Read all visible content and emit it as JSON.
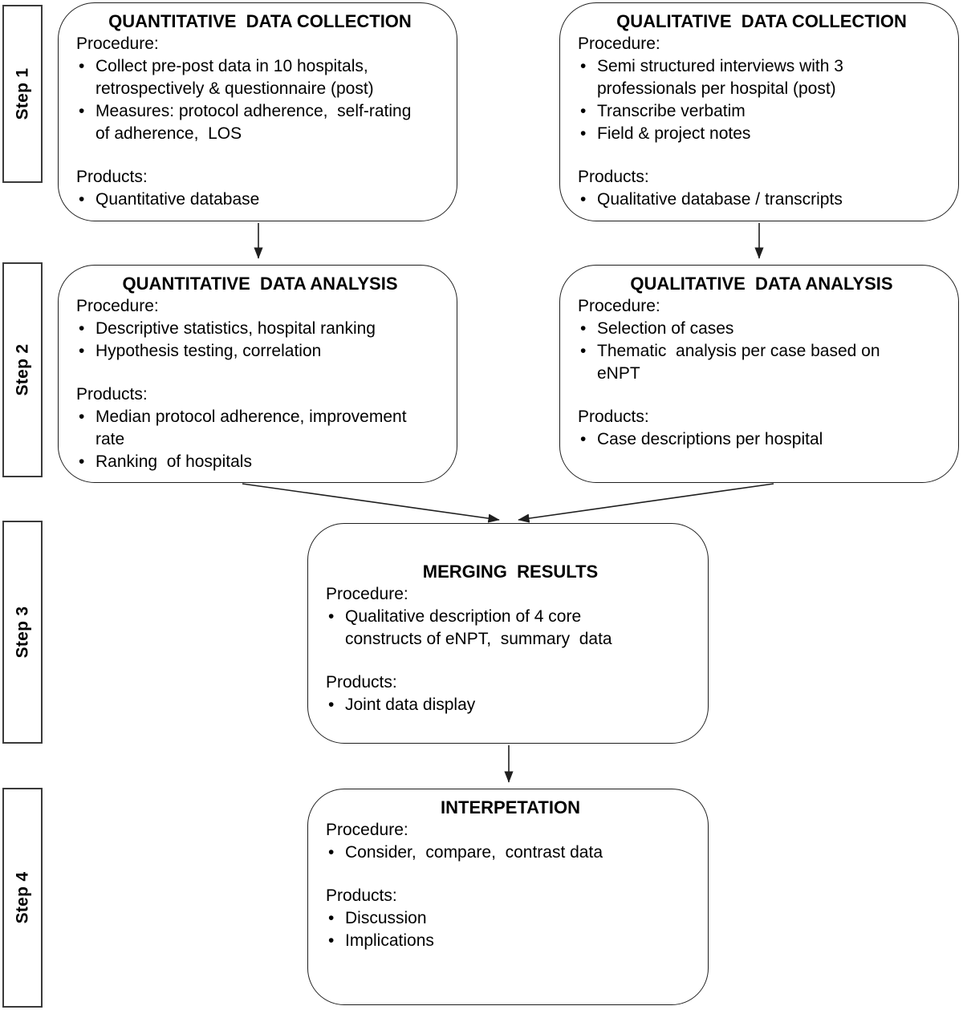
{
  "steps": [
    "Step 1",
    "Step 2",
    "Step 3",
    "Step 4"
  ],
  "boxes": {
    "quant_collection": {
      "title": "QUANTITATIVE  DATA COLLECTION",
      "procedure_label": "Procedure:",
      "procedure": [
        "Collect pre-post data in 10 hospitals,\nretrospectively & questionnaire (post)",
        "Measures: protocol adherence,  self-rating\nof adherence,  LOS"
      ],
      "products_label": "Products:",
      "products": [
        "Quantitative database"
      ]
    },
    "qual_collection": {
      "title": "QUALITATIVE  DATA COLLECTION",
      "procedure_label": "Procedure:",
      "procedure": [
        "Semi structured interviews with 3\nprofessionals per hospital (post)",
        "Transcribe verbatim",
        "Field & project notes"
      ],
      "products_label": "Products:",
      "products": [
        "Qualitative database / transcripts"
      ]
    },
    "quant_analysis": {
      "title": "QUANTITATIVE  DATA ANALYSIS",
      "procedure_label": "Procedure:",
      "procedure": [
        "Descriptive statistics, hospital ranking",
        "Hypothesis testing, correlation"
      ],
      "products_label": "Products:",
      "products": [
        "Median protocol adherence, improvement\nrate",
        "Ranking  of hospitals"
      ]
    },
    "qual_analysis": {
      "title": "QUALITATIVE  DATA ANALYSIS",
      "procedure_label": "Procedure:",
      "procedure": [
        "Selection of cases",
        "Thematic  analysis per case based on\neNPT"
      ],
      "products_label": "Products:",
      "products": [
        "Case descriptions per hospital"
      ]
    },
    "merging": {
      "title": "MERGING  RESULTS",
      "procedure_label": "Procedure:",
      "procedure": [
        "Qualitative description of 4 core\nconstructs of eNPT,  summary  data"
      ],
      "products_label": "Products:",
      "products": [
        "Joint data display"
      ]
    },
    "interpretation": {
      "title": "INTERPETATION",
      "procedure_label": "Procedure:",
      "procedure": [
        "Consider,  compare,  contrast data"
      ],
      "products_label": "Products:",
      "products": [
        "Discussion",
        "Implications"
      ]
    }
  },
  "colors": {
    "line": "#1f1f1f",
    "background": "#ffffff",
    "text": "#000000"
  }
}
